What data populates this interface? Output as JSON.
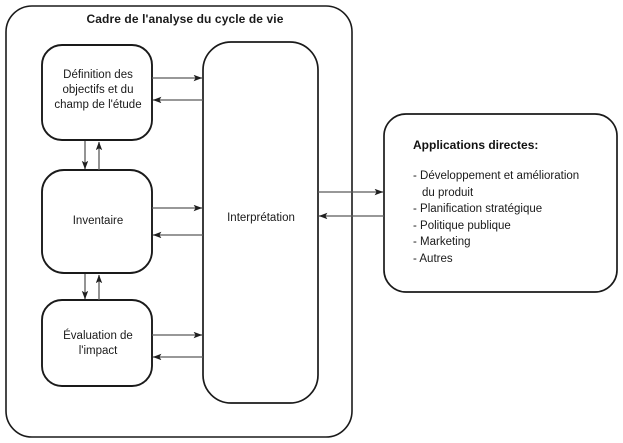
{
  "diagram": {
    "frame": {
      "title": "Cadre de l'analyse du cycle de vie"
    },
    "stages": [
      {
        "id": "goal-scope",
        "label": "Définition des\nobjectifs et du\nchamp de l'étude"
      },
      {
        "id": "inventory",
        "label": "Inventaire"
      },
      {
        "id": "impact",
        "label": "Évaluation de\nl'impact"
      }
    ],
    "interpretation": {
      "label": "Interprétation"
    },
    "applications": {
      "title": "Applications directes:",
      "items": [
        "- Développement et amélioration\n  du produit",
        "- Planification stratégique",
        "- Politique publique",
        "- Marketing",
        "- Autres"
      ]
    },
    "colors": {
      "stroke": "#1a1a1a",
      "arrow": "#2b2b2b",
      "background": "#ffffff",
      "text": "#111111"
    }
  }
}
